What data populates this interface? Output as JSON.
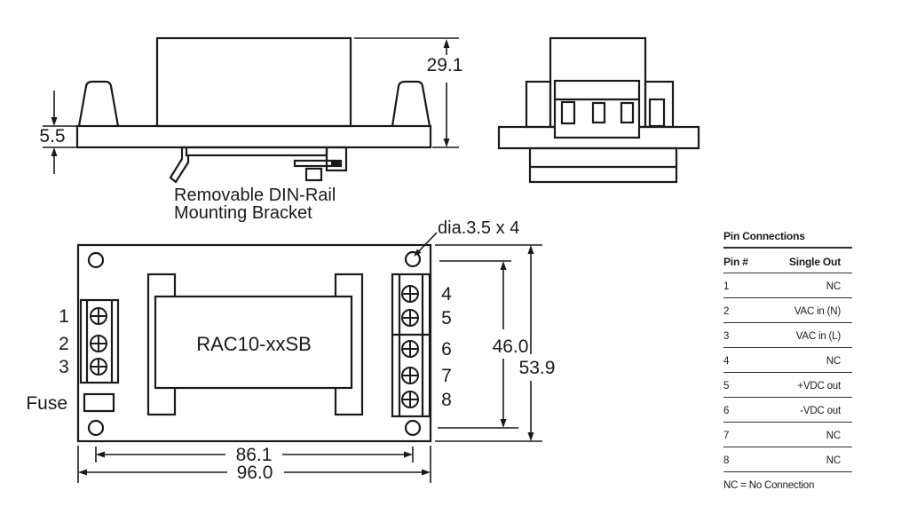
{
  "colors": {
    "ink": "#1a1a1a",
    "table_rule": "#2e2e2e",
    "background": "#ffffff"
  },
  "side_view": {
    "dim_total_height": "29.1",
    "dim_base_thickness": "5.5",
    "caption_line1": "Removable DIN-Rail",
    "caption_line2": "Mounting Bracket"
  },
  "top_view": {
    "module_label": "RAC10-xxSB",
    "fuse_label": "Fuse",
    "hole_note": "dia.3.5 x 4",
    "pin_labels_left": [
      "1",
      "2",
      "3"
    ],
    "pin_labels_right": [
      "4",
      "5",
      "6",
      "7",
      "8"
    ],
    "dim_hole_pitch_x": "86.1",
    "dim_overall_width": "96.0",
    "dim_hole_pitch_y": "46.0",
    "dim_overall_depth": "53.9"
  },
  "pin_table": {
    "title": "Pin Connections",
    "columns": {
      "pin": "Pin #",
      "out": "Single Out"
    },
    "rows": [
      {
        "pin": "1",
        "out": "NC"
      },
      {
        "pin": "2",
        "out": "VAC in (N)"
      },
      {
        "pin": "3",
        "out": "VAC in (L)"
      },
      {
        "pin": "4",
        "out": "NC"
      },
      {
        "pin": "5",
        "out": "+VDC out"
      },
      {
        "pin": "6",
        "out": "-VDC out"
      },
      {
        "pin": "7",
        "out": "NC"
      },
      {
        "pin": "8",
        "out": "NC"
      }
    ],
    "footnote": "NC = No Connection"
  }
}
